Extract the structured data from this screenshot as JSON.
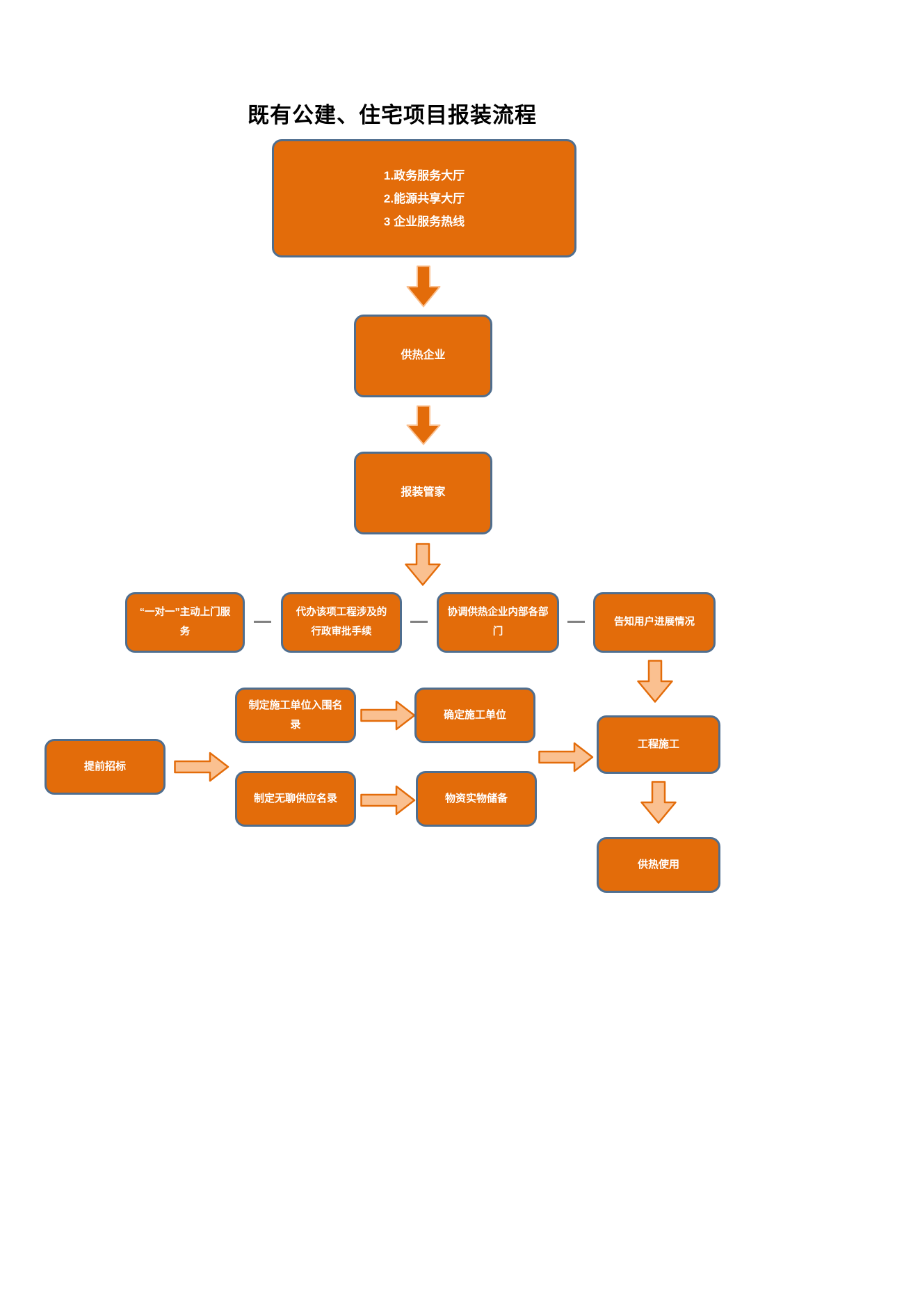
{
  "title": "既有公建、住宅项目报装流程",
  "colors": {
    "background": "#FFFFFF",
    "title_color": "#000000",
    "box_fill": "#E36C0A",
    "box_border": "#4F6E8F",
    "box_text": "#FFFFFF",
    "arrow_fill": "#FAC090",
    "arrow_border": "#E36C0A",
    "arrow_solid_fill": "#E36C0A",
    "arrow_solid_border": "#FAC090",
    "connector": "#808080"
  },
  "nodes": {
    "entry_lines": [
      "1.政务服务大厅",
      "2.能源共享大厅",
      "3 企业服务热线"
    ],
    "heating_company": "供热企业",
    "service_manager": "报装管家",
    "door_service": "“一对一”主动上门服务",
    "admin_approval": "代办该项工程涉及的行政审批手续",
    "coordination": "协调供热企业内部各部门",
    "progress_inform": "告知用户进展情况",
    "early_bidding": "提前招标",
    "contractor_shortlist": "制定施工单位入围名录",
    "confirm_contractor": "确定施工单位",
    "supplier_list": "制定无聊供应名录",
    "material_reserve": "物资实物储备",
    "construction": "工程施工",
    "heating_use": "供热使用"
  }
}
